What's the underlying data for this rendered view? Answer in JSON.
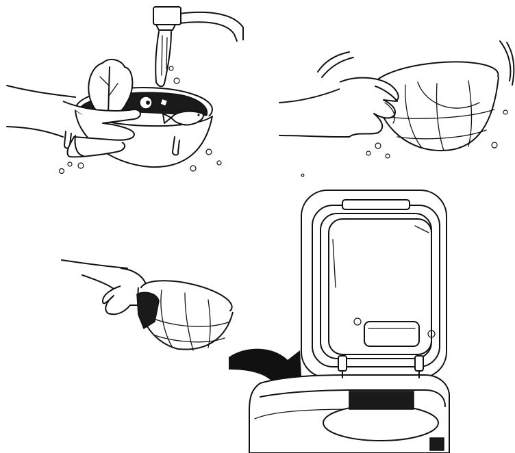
{
  "figure": {
    "steps": [
      {
        "id": 1,
        "depiction": "wash-food-in-bowl"
      },
      {
        "id": 2,
        "depiction": "shake-basket"
      },
      {
        "id": 3,
        "depiction": "place-basket-in-appliance"
      }
    ],
    "colors": {
      "line": "#111111",
      "background": "#ffffff",
      "fill": "#1a1a1a"
    }
  }
}
